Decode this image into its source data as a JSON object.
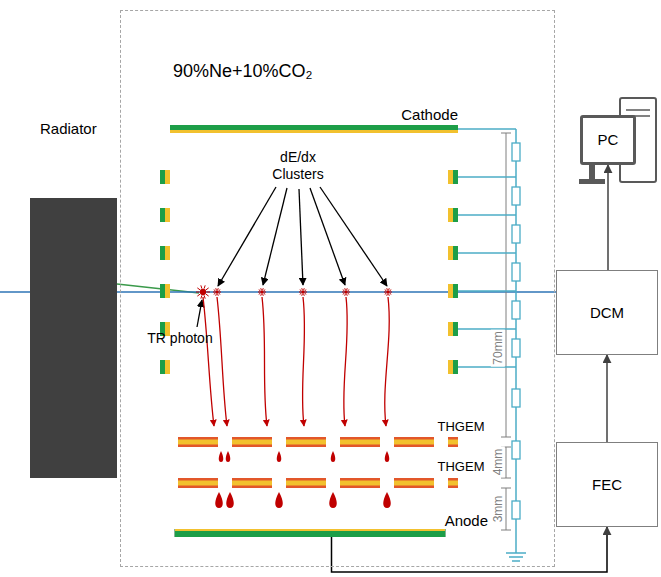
{
  "diagram": {
    "nodes": [
      {
        "text": [
          "90%Ne+10%CO₂"
        ]
      },
      {
        "text": [
          "Radiator"
        ]
      },
      {
        "text": [
          "Cathode"
        ],
        "in": 0
      },
      {
        "text": [
          "Anode"
        ],
        "in": 0
      },
      {
        "text": [
          "PC"
        ]
      },
      {
        "text": [
          "DCM"
        ]
      },
      {
        "text": [
          "FEC"
        ]
      }
    ],
    "edges": [
      {
        "from": 3,
        "to": 6,
        "arrow": "to"
      },
      {
        "from": 6,
        "to": 5,
        "arrow": "to"
      },
      {
        "from": 5,
        "to": 4,
        "arrow": "to"
      }
    ],
    "labels": [
      "dE/dx Clusters",
      "TR photon",
      "THGEM",
      "THGEM",
      "70mm",
      "4mm",
      "3mm"
    ]
  }
}
